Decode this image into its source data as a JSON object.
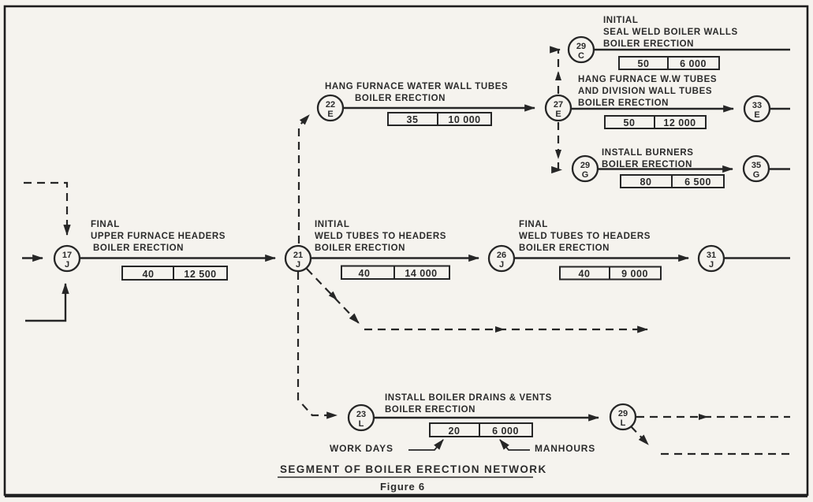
{
  "figure": {
    "title": "SEGMENT OF BOILER ERECTION NETWORK",
    "caption": "Figure 6"
  },
  "annotations": {
    "work_days_label": "WORK DAYS",
    "manhours_label": "MANHOURS"
  },
  "nodes": {
    "n17j": {
      "number": "17",
      "letter": "J"
    },
    "n21j": {
      "number": "21",
      "letter": "J"
    },
    "n26j": {
      "number": "26",
      "letter": "J"
    },
    "n31j": {
      "number": "31",
      "letter": "J"
    },
    "n22e": {
      "number": "22",
      "letter": "E"
    },
    "n27e": {
      "number": "27",
      "letter": "E"
    },
    "n33e": {
      "number": "33",
      "letter": "E"
    },
    "n29c": {
      "number": "29",
      "letter": "C"
    },
    "n29g": {
      "number": "29",
      "letter": "G"
    },
    "n35g": {
      "number": "35",
      "letter": "G"
    },
    "n23l": {
      "number": "23",
      "letter": "L"
    },
    "n29l": {
      "number": "29",
      "letter": "L"
    }
  },
  "activities": {
    "final_upper_furnace_headers": {
      "line1": "FINAL",
      "line2": "UPPER FURNACE HEADERS",
      "line3": "BOILER ERECTION",
      "work_days": "40",
      "manhours": "12 500"
    },
    "initial_weld_tubes_to_headers": {
      "line1": "INITIAL",
      "line2": "WELD TUBES TO HEADERS",
      "line3": "BOILER ERECTION",
      "work_days": "40",
      "manhours": "14 000"
    },
    "final_weld_tubes_to_headers": {
      "line1": "FINAL",
      "line2": "WELD TUBES TO HEADERS",
      "line3": "BOILER ERECTION",
      "work_days": "40",
      "manhours": "9 000"
    },
    "hang_furnace_water_wall_tubes": {
      "line1": "HANG FURNACE WATER WALL TUBES",
      "line2": "BOILER ERECTION",
      "work_days": "35",
      "manhours": "10 000"
    },
    "initial_seal_weld_boiler_walls": {
      "line1": "INITIAL",
      "line2": "SEAL WELD BOILER WALLS",
      "line3": "BOILER ERECTION",
      "work_days": "50",
      "manhours": "6 000"
    },
    "hang_furnace_ww_division_wall_tubes": {
      "line1": "HANG FURNACE W.W TUBES",
      "line2": "AND DIVISION WALL TUBES",
      "line3": "BOILER ERECTION",
      "work_days": "50",
      "manhours": "12 000"
    },
    "install_burners": {
      "line1": "INSTALL BURNERS",
      "line2": "BOILER ERECTION",
      "work_days": "80",
      "manhours": "6 500"
    },
    "install_boiler_drains_vents": {
      "line1": "INSTALL BOILER  DRAINS & VENTS",
      "line2": "BOILER ERECTION",
      "work_days": "20",
      "manhours": "6 000"
    }
  }
}
